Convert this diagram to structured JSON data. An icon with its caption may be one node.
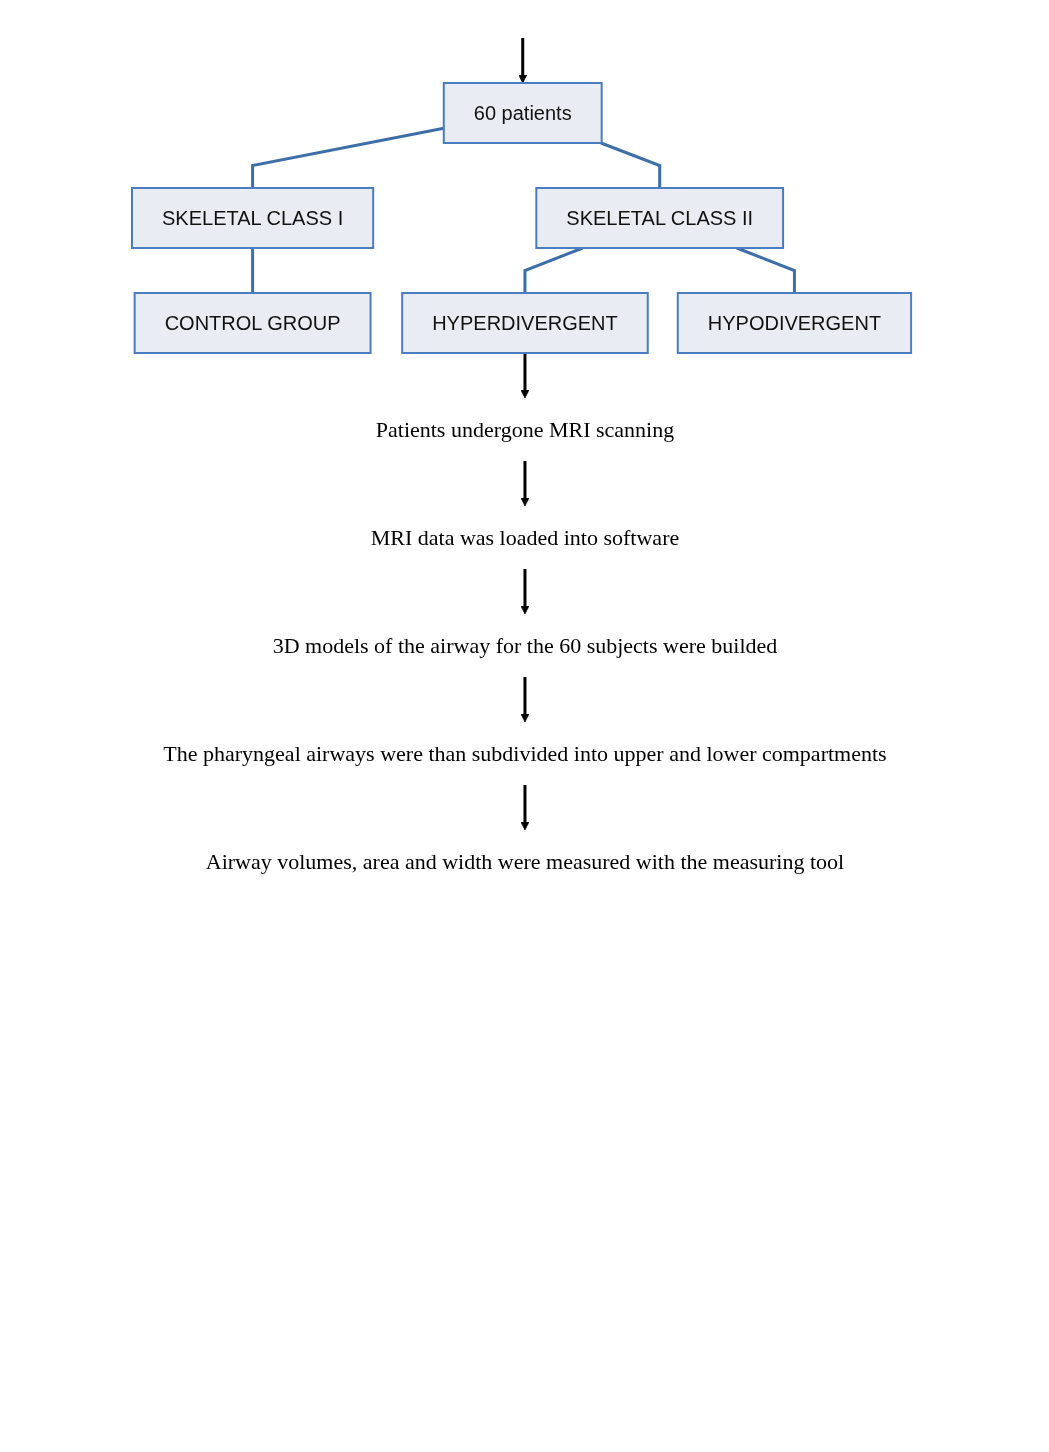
{
  "diagram": {
    "nodes": [
      {
        "text": [
          "60 patients"
        ]
      },
      {
        "text": [
          "SKELETAL CLASS I"
        ]
      },
      {
        "text": [
          "SKELETAL CLASS II"
        ]
      },
      {
        "text": [
          "CONTROL GROUP"
        ]
      },
      {
        "text": [
          "HYPERDIVERGENT"
        ]
      },
      {
        "text": [
          "HYPODIVERGENT"
        ]
      },
      {
        "text": [
          "Patients undergone MRI scanning"
        ]
      },
      {
        "text": [
          "MRI data was loaded into software"
        ]
      },
      {
        "text": [
          "3D models of the airway for the 60 subjects were builded"
        ]
      },
      {
        "text": [
          "The pharyngeal airways were than subdivided into upper and lower compartments"
        ]
      },
      {
        "text": [
          "Airway volumes, area and width were measured with the measuring tool"
        ]
      }
    ],
    "edges": [
      {
        "from": null,
        "to": 0,
        "arrow": "to"
      },
      {
        "from": 0,
        "to": 1,
        "arrow": "none",
        "color": "#3d6ea8"
      },
      {
        "from": 0,
        "to": 2,
        "arrow": "none",
        "color": "#3d6ea8"
      },
      {
        "from": 1,
        "to": 3,
        "arrow": "none",
        "color": "#3d6ea8"
      },
      {
        "from": 2,
        "to": 4,
        "arrow": "none",
        "color": "#3d6ea8"
      },
      {
        "from": 2,
        "to": 5,
        "arrow": "none",
        "color": "#3d6ea8"
      },
      {
        "from": 4,
        "to": 6,
        "arrow": "to"
      },
      {
        "from": 6,
        "to": 7,
        "arrow": "to"
      },
      {
        "from": 7,
        "to": 8,
        "arrow": "to"
      },
      {
        "from": 8,
        "to": 9,
        "arrow": "to"
      },
      {
        "from": 9,
        "to": 10,
        "arrow": "to"
      }
    ]
  }
}
